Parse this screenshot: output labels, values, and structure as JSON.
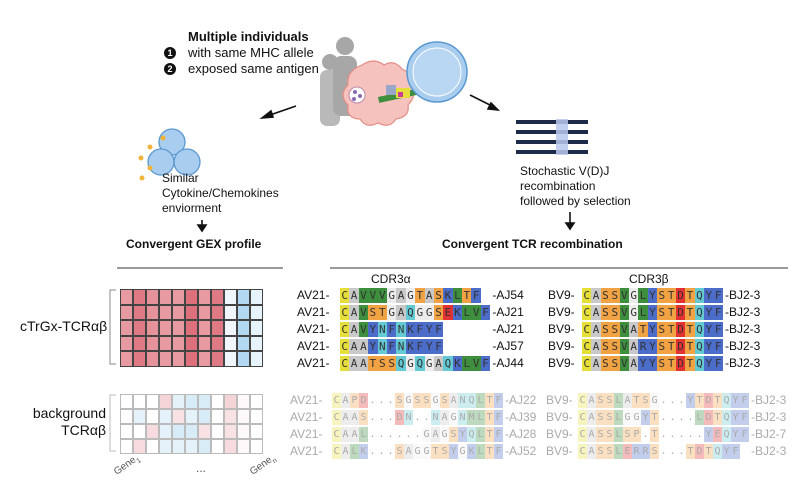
{
  "header": {
    "title": "Multiple individuals",
    "points": [
      "with same MHC allele",
      "exposed same antigen"
    ],
    "point_markers": [
      "1",
      "2"
    ]
  },
  "left": {
    "caption_lines": [
      "Similar",
      "Cytokine/Chemokines",
      "enviorment"
    ],
    "heading": "Convergent GEX profile"
  },
  "right": {
    "caption_lines": [
      "Stochastic V(D)J",
      "recombination",
      "followed by selection"
    ],
    "heading": "Convergent TCR recombination"
  },
  "groups": {
    "convergent": "cTrGx-TCRαβ",
    "background_lines": [
      "background",
      "TCRαβ"
    ]
  },
  "gene_labels": {
    "first": "Gene",
    "first_sub": "1",
    "ellipsis": "...",
    "last": "Gene",
    "last_sub": "n"
  },
  "cdr3": {
    "alpha_title": "CDR3α",
    "beta_title": "CDR3β"
  },
  "convergent_rows": [
    {
      "v_a": "AV21-",
      "seq_a": "CAVVVGAGTASKLTF",
      "j_a": "-AJ54",
      "v_b": "BV9-",
      "seq_b": "CASSVGLYSTDTQYF",
      "j_b": "-BJ2-3"
    },
    {
      "v_a": "AV21-",
      "seq_a": "CAVSTGAQGGSEKLVF",
      "j_a": "-AJ21",
      "v_b": "BV9-",
      "seq_b": "CASSVGLYSTDTQYF",
      "j_b": "-BJ2-3"
    },
    {
      "v_a": "AV21-",
      "seq_a": "CAVYNFNKFYF",
      "j_a": "-AJ21",
      "v_b": "BV9-",
      "seq_b": "CASSVATYSTDTQYF",
      "j_b": "-BJ2-3"
    },
    {
      "v_a": "AV21-",
      "seq_a": "CAAYNFNKFYF",
      "j_a": "-AJ57",
      "v_b": "BV9-",
      "seq_b": "CASSVARYSTDTQYF",
      "j_b": "-BJ2-3"
    },
    {
      "v_a": "AV21-",
      "seq_a": "CAATSSQGQGAQKLVF",
      "j_a": "-AJ44",
      "v_b": "BV9-",
      "seq_b": "CASSVAYYSTDTQYF",
      "j_b": "-BJ2-3"
    }
  ],
  "background_rows": [
    {
      "v_a": "AV21-",
      "seq_a": "CAPD...SGSSGSANQLTF",
      "j_a": "-AJ22",
      "v_b": "BV9-",
      "seq_b": "CASSLATSG...YTDTQYF",
      "j_b": "-BJ2-3"
    },
    {
      "v_a": "AV21-",
      "seq_a": "CAAS...DN..NAGNMLTF",
      "j_a": "-AJ39",
      "v_b": "BV9-",
      "seq_b": "CASSLGGYT....LDTQYF",
      "j_b": "-BJ2-3"
    },
    {
      "v_a": "AV21-",
      "seq_a": "CAAL......GAGSYQLTF",
      "j_a": "-AJ28",
      "v_b": "BV9-",
      "seq_b": "CASSLSP.T.....YEQYF",
      "j_b": "-BJ2-7"
    },
    {
      "v_a": "AV21-",
      "seq_a": "CALK...SAGGTSYGKLTF",
      "j_a": "-AJ52",
      "v_b": "BV9-",
      "seq_b": "CASSLERRS...TDTQYF",
      "j_b": "-BJ2-3"
    }
  ],
  "heatmap_convergent": [
    [
      0.6,
      0.8,
      0.65,
      0.6,
      0.6,
      0.85,
      0.6,
      0.8,
      -0.1,
      -0.5,
      -0.15
    ],
    [
      0.6,
      0.8,
      0.65,
      0.6,
      0.6,
      0.85,
      0.6,
      0.8,
      -0.1,
      -0.5,
      -0.15
    ],
    [
      0.6,
      0.8,
      0.65,
      0.6,
      0.6,
      0.85,
      0.6,
      0.8,
      -0.1,
      -0.5,
      -0.15
    ],
    [
      0.6,
      0.8,
      0.65,
      0.6,
      0.6,
      0.85,
      0.6,
      0.8,
      -0.1,
      -0.5,
      -0.15
    ],
    [
      0.6,
      0.8,
      0.65,
      0.6,
      0.6,
      0.85,
      0.6,
      0.8,
      -0.1,
      -0.5,
      -0.15
    ]
  ],
  "heatmap_background": [
    [
      0,
      0,
      0,
      0.3,
      -0.2,
      -0.3,
      -0.3,
      0,
      0.3,
      0.05,
      0
    ],
    [
      0,
      -0.2,
      0,
      -0.2,
      0.2,
      -0.2,
      -0.3,
      0,
      0.2,
      0.05,
      0
    ],
    [
      0,
      0,
      0.25,
      -0.2,
      -0.3,
      -0.3,
      0.2,
      0,
      0.2,
      0.05,
      0
    ],
    [
      0,
      0.25,
      0,
      -0.2,
      -0.2,
      -0.2,
      -0.3,
      0,
      0.25,
      0.05,
      0
    ]
  ],
  "colors": {
    "C": "#e6df3a",
    "A": "#c9c9c9",
    "G": "#ececec",
    "V": "#3d8f3d",
    "L": "#3d8f3d",
    "I": "#3d8f3d",
    "M": "#3d8f3d",
    "S": "#f1a243",
    "T": "#f1a243",
    "P": "#f1a243",
    "K": "#4b6cc9",
    "R": "#4b6cc9",
    "H": "#4b6cc9",
    "F": "#4b6cc9",
    "Y": "#4b6cc9",
    "W": "#4b6cc9",
    "N": "#63c9d3",
    "Q": "#63c9d3",
    "D": "#e23232",
    "E": "#e23232",
    "heat_pos": "#d95f6b",
    "heat_neg": "#6fb7e6"
  }
}
